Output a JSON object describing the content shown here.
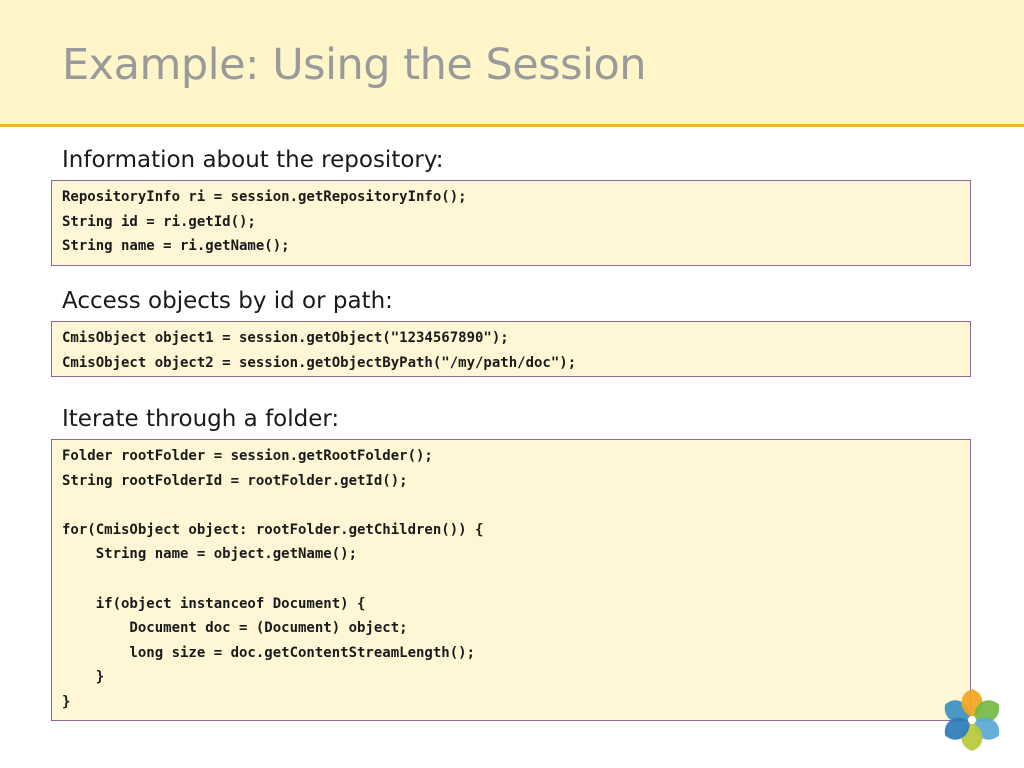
{
  "slide": {
    "title": "Example: Using the Session"
  },
  "sections": [
    {
      "heading": "Information about the repository:",
      "code": [
        "RepositoryInfo ri = session.getRepositoryInfo();",
        "String id = ri.getId();",
        "String name = ri.getName();"
      ]
    },
    {
      "heading": "Access objects by id or path:",
      "code": [
        "CmisObject object1 = session.getObject(\"1234567890\");",
        "CmisObject object2 = session.getObjectByPath(\"/my/path/doc\");"
      ]
    },
    {
      "heading": "Iterate through a folder:",
      "code": [
        "Folder rootFolder = session.getRootFolder();",
        "String rootFolderId = rootFolder.getId();",
        "",
        "for(CmisObject object: rootFolder.getChildren()) {",
        "    String name = object.getName();",
        "",
        "    if(object instanceof Document) {",
        "        Document doc = (Document) object;",
        "        long size = doc.getContentStreamLength();",
        "    }",
        "}"
      ]
    }
  ],
  "logo": {
    "icon": "flower-logo-icon",
    "colors": [
      "#3a8fc4",
      "#f1a51e",
      "#74b843",
      "#5aa8d6",
      "#b8c93a",
      "#2e7bb8"
    ]
  }
}
